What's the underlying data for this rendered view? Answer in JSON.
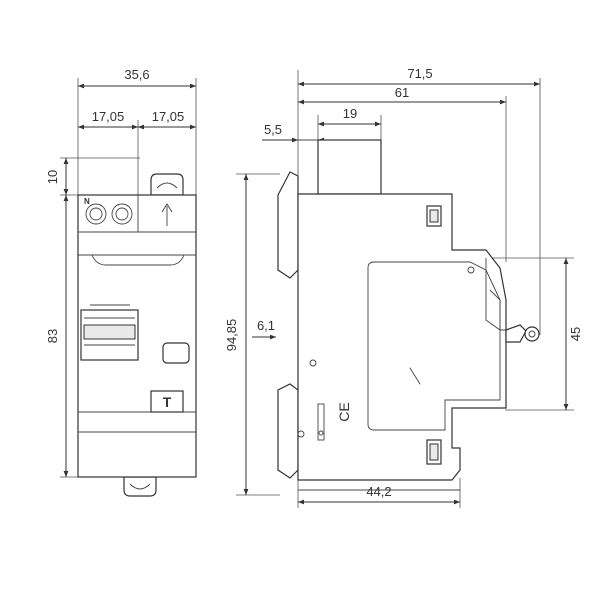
{
  "dimensions": {
    "front_width": "35,6",
    "front_half_left": "17,05",
    "front_half_right": "17,05",
    "front_top_offset": "10",
    "front_height": "83",
    "side_total_depth": "71,5",
    "side_depth_61": "61",
    "side_depth_19": "19",
    "side_offset_5_5": "5,5",
    "side_offset_6_1": "6,1",
    "side_height": "94,85",
    "side_terminal_height": "45",
    "side_base_depth": "44,2"
  },
  "labels": {
    "terminal_n": "N",
    "test_button": "T",
    "ce_mark": "CE"
  },
  "colors": {
    "line": "#333333",
    "panel_grey": "#e9e9e9"
  }
}
